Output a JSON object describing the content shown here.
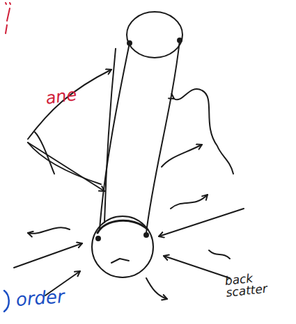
{
  "diagram": {
    "labels": [
      "ane",
      "order",
      "back scatter"
    ]
  }
}
